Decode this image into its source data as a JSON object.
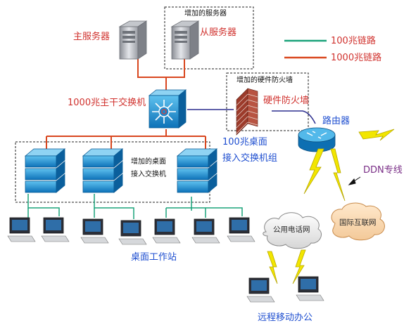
{
  "labels": {
    "main_server": "主服务器",
    "added_servers": "增加的服务器",
    "slave_server": "从服务器",
    "backbone_switch": "1000兆主干交换机",
    "added_hw_firewall": "增加的硬件防火墙",
    "hw_firewall": "硬件防火墙",
    "router": "路由器",
    "desktop_100m": "100兆桌面",
    "access_switch_group": "接入交换机组",
    "added_desktop": "增加的桌面",
    "access_switch": "接入交换机",
    "ddn_line": "DDN专线",
    "workstations": "桌面工作站",
    "pstn": "公用电话网",
    "internet": "国际互联网",
    "remote_office": "远程移动办公"
  },
  "legend": [
    {
      "label": "100兆链路",
      "color": "#1aa37a"
    },
    {
      "label": "1000兆链路",
      "color": "#d9471f"
    }
  ],
  "colors": {
    "link_1000m": "#d9471f",
    "link_100m": "#1aa37a",
    "link_router": "#2d2f8f",
    "wan_bolt": "#f2e600"
  }
}
